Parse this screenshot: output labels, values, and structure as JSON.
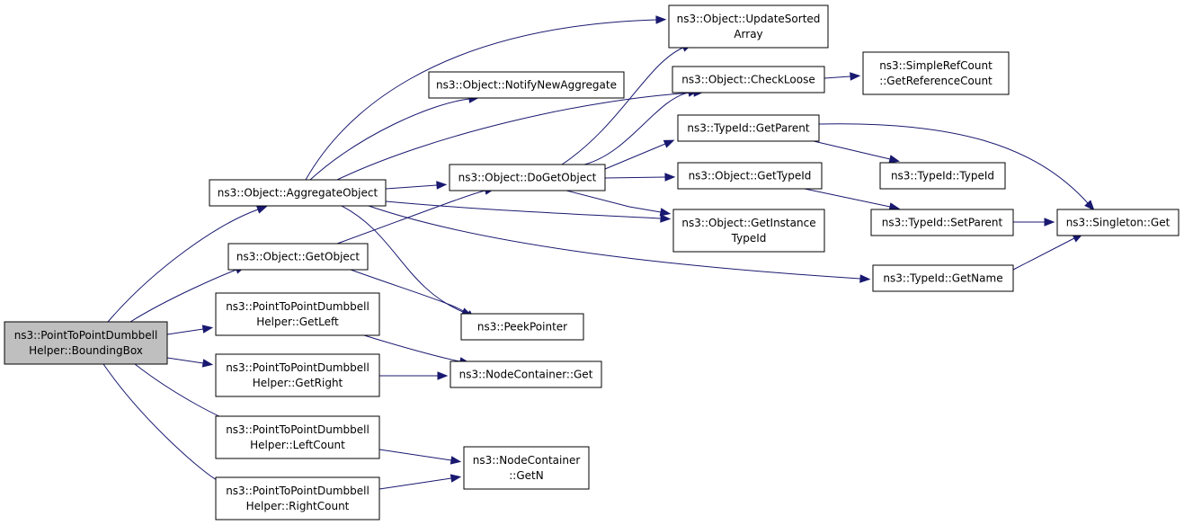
{
  "colors": {
    "edge": "#191970",
    "root_fill": "#bfbfbf",
    "node_fill": "#ffffff",
    "node_stroke": "#000000"
  },
  "nodes": {
    "root": [
      "ns3::PointToPointDumbbell",
      "Helper::BoundingBox"
    ],
    "aggregateObject": [
      "ns3::Object::AggregateObject"
    ],
    "getObject": [
      "ns3::Object::GetObject"
    ],
    "getLeft": [
      "ns3::PointToPointDumbbell",
      "Helper::GetLeft"
    ],
    "getRight": [
      "ns3::PointToPointDumbbell",
      "Helper::GetRight"
    ],
    "leftCount": [
      "ns3::PointToPointDumbbell",
      "Helper::LeftCount"
    ],
    "rightCount": [
      "ns3::PointToPointDumbbell",
      "Helper::RightCount"
    ],
    "notifyNewAggregate": [
      "ns3::Object::NotifyNewAggregate"
    ],
    "doGetObject": [
      "ns3::Object::DoGetObject"
    ],
    "peekPointer": [
      "ns3::PeekPointer"
    ],
    "nodeContainerGet": [
      "ns3::NodeContainer::Get"
    ],
    "nodeContainerGetN": [
      "ns3::NodeContainer",
      "::GetN"
    ],
    "updateSortedArray": [
      "ns3::Object::UpdateSorted",
      "Array"
    ],
    "checkLoose": [
      "ns3::Object::CheckLoose"
    ],
    "typeIdGetParent": [
      "ns3::TypeId::GetParent"
    ],
    "objectGetTypeId": [
      "ns3::Object::GetTypeId"
    ],
    "getInstanceTypeId": [
      "ns3::Object::GetInstance",
      "TypeId"
    ],
    "simpleRefCount": [
      "ns3::SimpleRefCount",
      "::GetReferenceCount"
    ],
    "typeIdTypeId": [
      "ns3::TypeId::TypeId"
    ],
    "typeIdSetParent": [
      "ns3::TypeId::SetParent"
    ],
    "typeIdGetName": [
      "ns3::TypeId::GetName"
    ],
    "singletonGet": [
      "ns3::Singleton::Get"
    ]
  }
}
